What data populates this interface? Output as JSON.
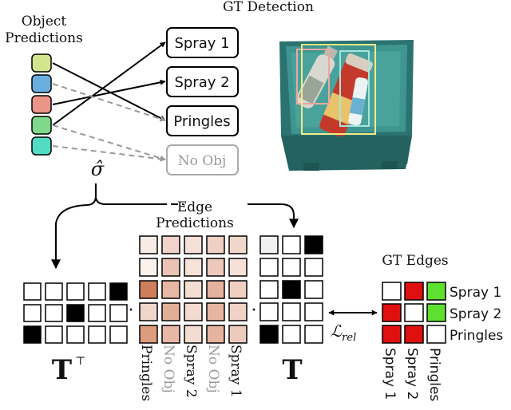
{
  "titles": {
    "object_predictions_line1": "Object",
    "object_predictions_line2": "Predictions",
    "gt_detection": "GT Detection",
    "edge_predictions_line1": "Edge",
    "edge_predictions_line2": "Predictions",
    "gt_edges": "GT Edges"
  },
  "symbols": {
    "sigma_hat": "σ̂",
    "t_transpose": "T",
    "transpose_mark": "⊤",
    "t": "T",
    "dot": "·",
    "loss_main": "ℒ",
    "loss_sub": "rel"
  },
  "detection_boxes": [
    "Spray 1",
    "Spray 2",
    "Pringles",
    "No Obj"
  ],
  "predictions": {
    "colors": [
      "#d3e38e",
      "#6aaee0",
      "#ec9487",
      "#7fd98a",
      "#52dcc4"
    ],
    "solid_links": [
      [
        0,
        2
      ],
      [
        2,
        1
      ],
      [
        3,
        0
      ]
    ],
    "dashed_links": [
      [
        1,
        2
      ],
      [
        3,
        3
      ],
      [
        4,
        3
      ]
    ]
  },
  "t_transpose_matrix": [
    [
      0,
      0,
      0,
      0,
      1
    ],
    [
      0,
      0,
      1,
      0,
      0
    ],
    [
      1,
      0,
      0,
      0,
      0
    ]
  ],
  "edge_matrix": [
    [
      "#f8ebe5",
      "#f1d4c9",
      "#f5e1d8",
      "#efd0c4",
      "#f1d6cb"
    ],
    [
      "#fbf2ee",
      "#ebc3b4",
      "#f6e2d9",
      "#edc9bb",
      "#f5e1d8"
    ],
    [
      "#cf7e5c",
      "#e7b7a4",
      "#f4ddd3",
      "#e5b29e",
      "#efcfc2"
    ],
    [
      "#f1d6cb",
      "#e3ae98",
      "#f3dbd1",
      "#e6b6a3",
      "#f0d2c6"
    ],
    [
      "#de9c7f",
      "#e7b8a5",
      "#f3dcd2",
      "#e5b4a0",
      "#eccabd"
    ]
  ],
  "edge_axis_labels": [
    {
      "text": "Pringles",
      "grey": false
    },
    {
      "text": "No Obj",
      "grey": true
    },
    {
      "text": "Spray 2",
      "grey": false
    },
    {
      "text": "No Obj",
      "grey": true
    },
    {
      "text": "Spray 1",
      "grey": false
    }
  ],
  "t_matrix": [
    [
      "#f0f0f0",
      "#ffffff",
      "#000000"
    ],
    [
      "#ffffff",
      "#ffffff",
      "#ffffff"
    ],
    [
      "#ffffff",
      "#000000",
      "#ffffff"
    ],
    [
      "#ffffff",
      "#ffffff",
      "#ffffff"
    ],
    [
      "#000000",
      "#ffffff",
      "#ffffff"
    ]
  ],
  "gt_edges_matrix": [
    [
      "#ffffff",
      "#e01010",
      "#5fe030"
    ],
    [
      "#e01010",
      "#ffffff",
      "#5fe030"
    ],
    [
      "#e01010",
      "#e01010",
      "#ffffff"
    ]
  ],
  "gt_edges_row_labels": [
    "Spray 1",
    "Spray 2",
    "Pringles"
  ],
  "gt_edges_col_labels": [
    "Spray 1",
    "Spray 2",
    "Pringles"
  ]
}
